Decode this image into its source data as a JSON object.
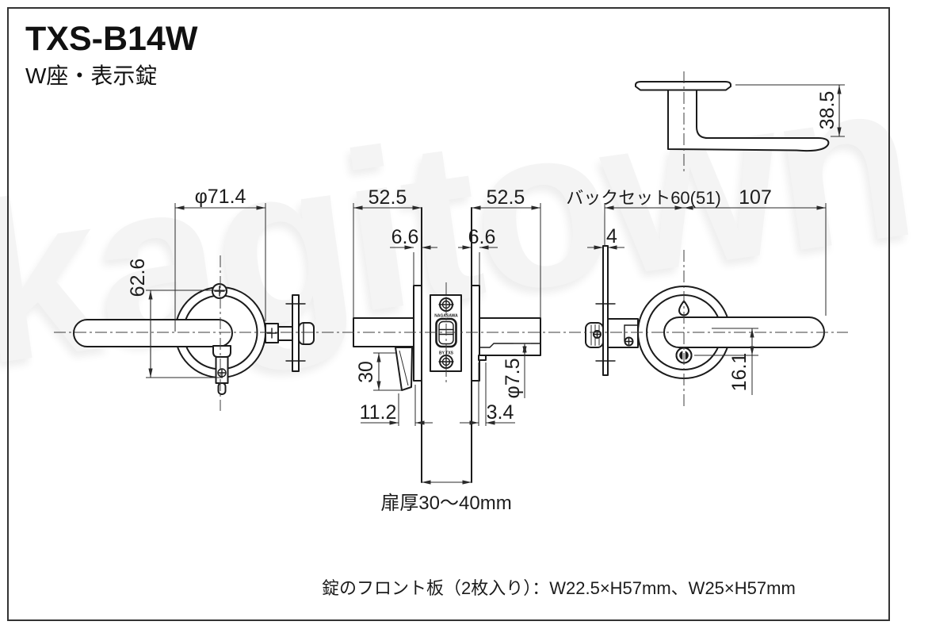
{
  "header": {
    "model": "TXS-B14W",
    "subtitle": "W座・表示錠"
  },
  "watermark": {
    "text": "kagitown"
  },
  "dims": {
    "projection": "38.5",
    "rose_dia": "φ71.4",
    "pitch": "62.6",
    "depth_l": "52.5",
    "depth_r": "52.5",
    "plate_l": "6.6",
    "plate_r": "6.6",
    "backset": "バックセット60(51)",
    "length": "107",
    "front_t": "4",
    "paddle_h": "30",
    "paddle_off": "11.2",
    "pin_off": "3.4",
    "pin_dia": "φ7.5",
    "release_off": "16.1",
    "door_t": "扉厚30～40mm"
  },
  "marks": {
    "top": "NAGASAWA",
    "bottom": "BY TXS"
  },
  "footer": {
    "note": "錠のフロント板（2枚入り）：W22.5×H57mm、W25×H57mm"
  },
  "colors": {
    "line": "#1b1b1b",
    "dim": "#2a2a2a",
    "watermark": "#f4f4f4"
  }
}
